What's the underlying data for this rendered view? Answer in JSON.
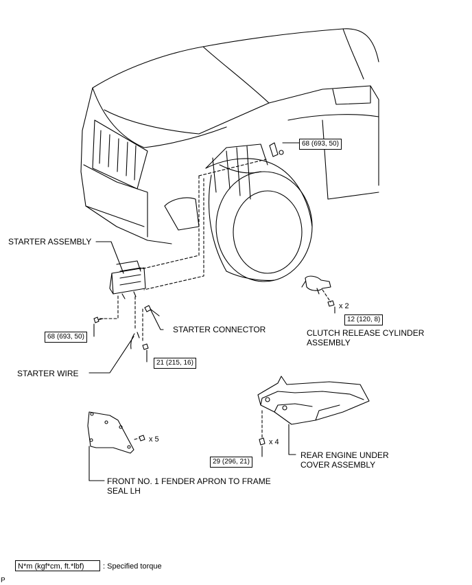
{
  "labels": {
    "starter_assembly": "STARTER ASSEMBLY",
    "starter_connector": "STARTER CONNECTOR",
    "starter_wire": "STARTER WIRE",
    "clutch_line1": "CLUTCH RELEASE CYLINDER",
    "clutch_line2": "ASSEMBLY",
    "rear_line1": "REAR ENGINE UNDER",
    "rear_line2": "COVER ASSEMBLY",
    "fender_line1": "FRONT NO. 1 FENDER APRON TO FRAME",
    "fender_line2": "SEAL LH"
  },
  "torques": {
    "top_bolt": "68 (693, 50)",
    "starter_bolt": "68 (693, 50)",
    "wire_nut": "21 (215, 16)",
    "clutch_bolt": "12 (120, 8)",
    "under_cover_bolt": "29 (296, 21)"
  },
  "counts": {
    "clutch": "x 2",
    "fender": "x 5",
    "under_cover": "x 4"
  },
  "legend": {
    "unit": "N*m (kgf*cm, ft.*lbf)",
    "text": ": Specified torque"
  },
  "corner_mark": "P"
}
